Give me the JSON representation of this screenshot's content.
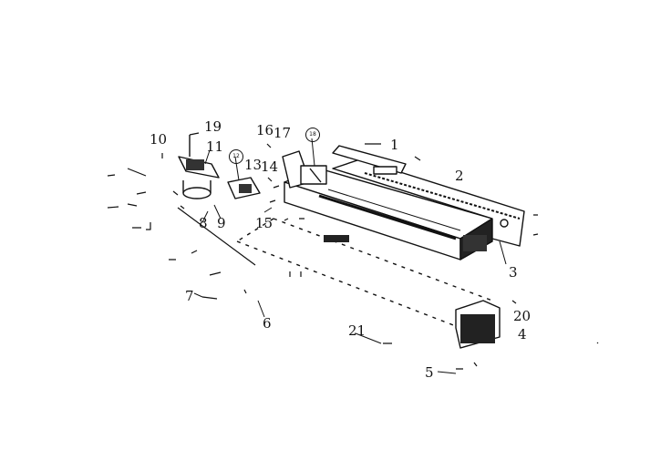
{
  "diagram": {
    "part_callouts": [
      "1",
      "2",
      "3",
      "4",
      "5",
      "6",
      "7",
      "8",
      "9",
      "10",
      "11",
      "13",
      "14",
      "15",
      "16",
      "17",
      "19",
      "20",
      "21"
    ],
    "circled_callouts": [
      "12",
      "18"
    ]
  },
  "colors": {
    "ink": "#111111",
    "background": "#ffffff"
  }
}
